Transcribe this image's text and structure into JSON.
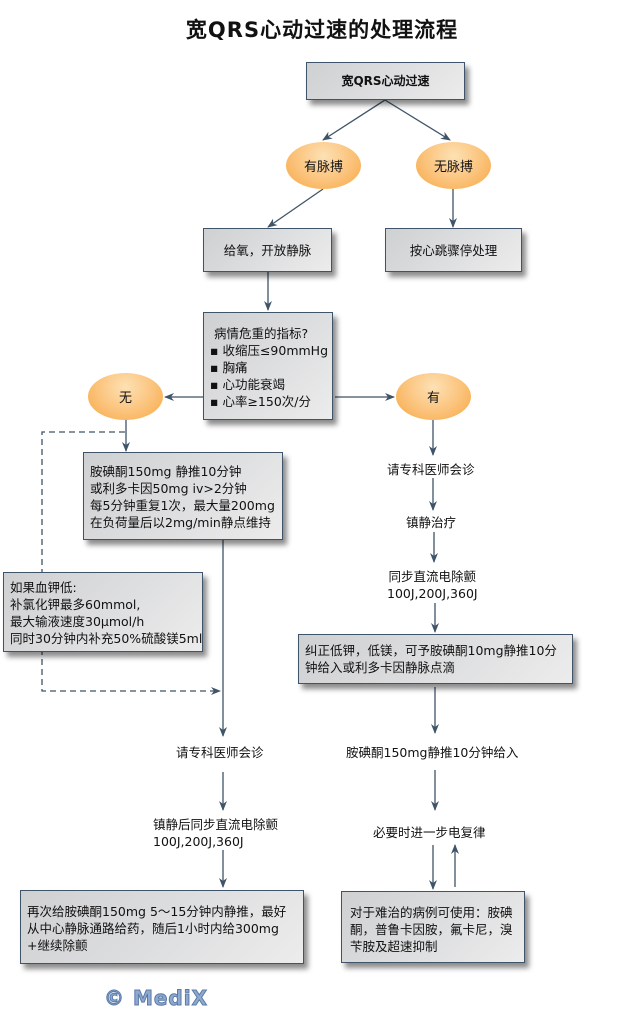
{
  "title": "宽QRS心动过速的处理流程",
  "nodes": {
    "start": "宽QRS心动过速",
    "pulse_yes": "有脉搏",
    "pulse_no": "无脉搏",
    "oxygen": "给氧，开放静脉",
    "cpr": "按心跳骤停处理",
    "criteria": {
      "heading": "病情危重的指标?",
      "items": [
        "收缩压≤90mmHg",
        "胸痛",
        "心功能衰竭",
        "心率≥150次/分"
      ]
    },
    "none": "无",
    "has": "有",
    "amiodarone": [
      "胺碘酮150mg 静推10分钟",
      "或利多卡因50mg iv>2分钟",
      "每5分钟重复1次，最大量200mg",
      "在负荷量后以2mg/min静点维持"
    ],
    "hypokalemia": [
      "如果血钾低:",
      "补氯化钾最多60mmol,",
      "最大输液速度30μmol/h",
      "同时30分钟内补充50%硫酸镁5ml"
    ],
    "consult_left": "请专科医师会诊",
    "sedate_cardiovert": [
      "镇静后同步直流电除颤",
      "100J,200J,360J"
    ],
    "repeat_amiodarone": [
      "再次给胺碘酮150mg 5～15分钟内静推，最好",
      "从中心静脉通路给药，随后1小时内给300mg",
      "+继续除颤"
    ],
    "consult_right": "请专科医师会诊",
    "sedation": "镇静治疗",
    "sync_cardiovert": [
      "同步直流电除颤",
      "100J,200J,360J"
    ],
    "correct_electrolytes": [
      "纠正低钾，低镁，可予胺碘酮10mg静推10分",
      "钟给入或利多卡因静脉点滴"
    ],
    "amiodarone_right": "胺碘酮150mg静推10分钟给入",
    "further_cardiovert": "必要时进一步电复律",
    "refractory": [
      "对于难治的病例可使用：胺碘",
      "酮，普鲁卡因胺，氟卡尼，溴",
      "苄胺及超速抑制"
    ]
  },
  "watermark": "© MediX",
  "colors": {
    "line": "#3f5468",
    "ellipse": "#f8b55a",
    "box": "#dcdcdc"
  }
}
